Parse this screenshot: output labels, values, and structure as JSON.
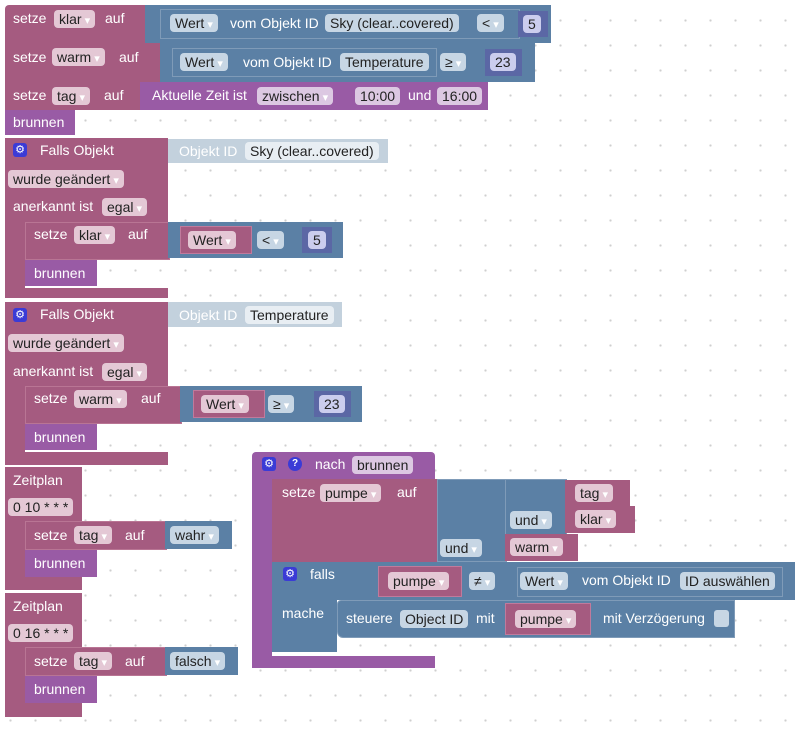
{
  "colors": {
    "variable": "#a55b80",
    "logic": "#5b80a5",
    "procedure": "#995ba5",
    "number": "#5b67a5",
    "trigger_input": "#c3d1dd"
  },
  "top": {
    "set_klar": {
      "setze": "setze",
      "var": "klar",
      "auf": "auf",
      "wert": "Wert",
      "vom": "vom Objekt ID",
      "obj": "Sky (clear..covered)",
      "op": "<",
      "num": "5"
    },
    "set_warm": {
      "setze": "setze",
      "var": "warm",
      "auf": "auf",
      "wert": "Wert",
      "vom": "vom Objekt ID",
      "obj": "Temperature",
      "op": "≥",
      "num": "23"
    },
    "set_tag": {
      "setze": "setze",
      "var": "tag",
      "auf": "auf",
      "label": "Aktuelle Zeit ist",
      "mode": "zwischen",
      "from": "10:00",
      "und": "und",
      "to": "16:00"
    },
    "call": "brunnen"
  },
  "trigger1": {
    "title": "Falls Objekt",
    "objlabel": "Objekt ID",
    "obj": "Sky (clear..covered)",
    "changed": "wurde geändert",
    "ack": "anerkannt ist",
    "ackval": "egal",
    "setze": "setze",
    "var": "klar",
    "auf": "auf",
    "wert": "Wert",
    "op": "<",
    "num": "5",
    "call": "brunnen"
  },
  "trigger2": {
    "title": "Falls Objekt",
    "objlabel": "Objekt ID",
    "obj": "Temperature",
    "changed": "wurde geändert",
    "ack": "anerkannt ist",
    "ackval": "egal",
    "setze": "setze",
    "var": "warm",
    "auf": "auf",
    "wert": "Wert",
    "op": "≥",
    "num": "23",
    "call": "brunnen"
  },
  "schedule1": {
    "title": "Zeitplan",
    "cron": "0 10 * * *",
    "setze": "setze",
    "var": "tag",
    "auf": "auf",
    "val": "wahr",
    "call": "brunnen"
  },
  "schedule2": {
    "title": "Zeitplan",
    "cron": "0 16 * * *",
    "setze": "setze",
    "var": "tag",
    "auf": "auf",
    "val": "falsch",
    "call": "brunnen"
  },
  "proc": {
    "nach": "nach",
    "name": "brunnen",
    "setze": "setze",
    "var": "pumpe",
    "auf": "auf",
    "und1": "und",
    "und2": "und",
    "tag": "tag",
    "klar": "klar",
    "warm": "warm",
    "falls": "falls",
    "pumpe": "pumpe",
    "op": "≠",
    "wert": "Wert",
    "vom": "vom Objekt ID",
    "obj": "ID auswählen",
    "mache": "mache",
    "steuere": "steuere",
    "ctrlobj": "Object ID",
    "mit": "mit",
    "ctrlval": "pumpe",
    "delay": "mit Verzögerung"
  }
}
